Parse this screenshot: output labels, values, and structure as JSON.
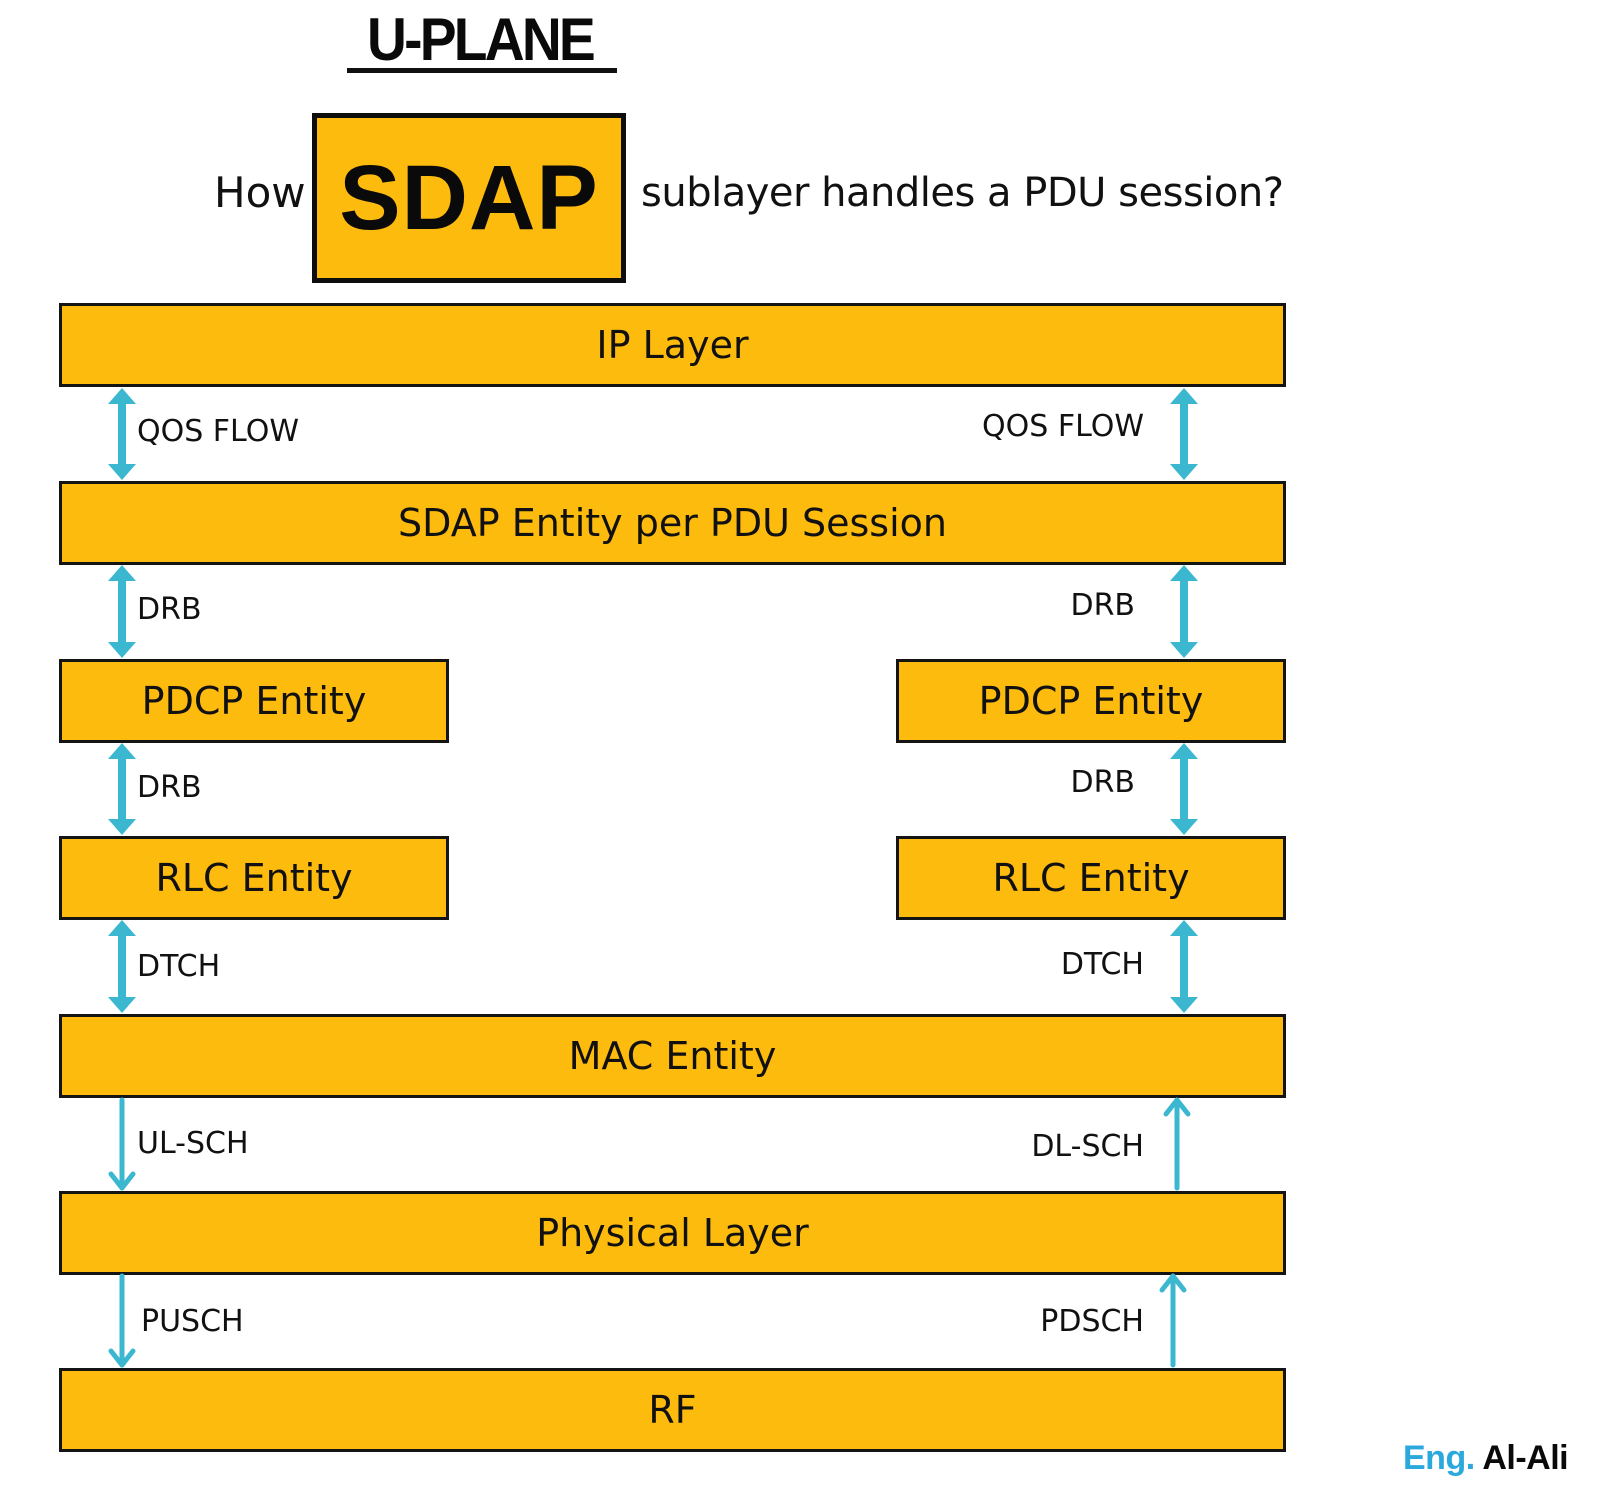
{
  "header": {
    "title": "U-PLANE",
    "question_prefix": "How",
    "highlight": "SDAP",
    "question_suffix": "sublayer handles a PDU session?"
  },
  "colors": {
    "layer_fill": "#FDBB0E",
    "arrow": "#3BB7D0",
    "border": "#141414",
    "brand_accent": "#2BA8DC"
  },
  "layers": {
    "ip": "IP Layer",
    "sdap": "SDAP Entity per PDU Session",
    "pdcp_left": "PDCP Entity",
    "pdcp_right": "PDCP Entity",
    "rlc_left": "RLC Entity",
    "rlc_right": "RLC Entity",
    "mac": "MAC Entity",
    "phy": "Physical Layer",
    "rf": "RF"
  },
  "links": {
    "left": [
      {
        "label": "QOS FLOW",
        "direction": "both"
      },
      {
        "label": "DRB",
        "direction": "both"
      },
      {
        "label": "DRB",
        "direction": "both"
      },
      {
        "label": "DTCH",
        "direction": "both"
      },
      {
        "label": "UL-SCH",
        "direction": "down"
      },
      {
        "label": "PUSCH",
        "direction": "down"
      }
    ],
    "right": [
      {
        "label": "QOS FLOW",
        "direction": "both"
      },
      {
        "label": "DRB",
        "direction": "both"
      },
      {
        "label": "DRB",
        "direction": "both"
      },
      {
        "label": "DTCH",
        "direction": "both"
      },
      {
        "label": "DL-SCH",
        "direction": "up"
      },
      {
        "label": "PDSCH",
        "direction": "up"
      }
    ]
  },
  "brand": {
    "prefix": "Eng.",
    "name": "Al-Ali"
  }
}
